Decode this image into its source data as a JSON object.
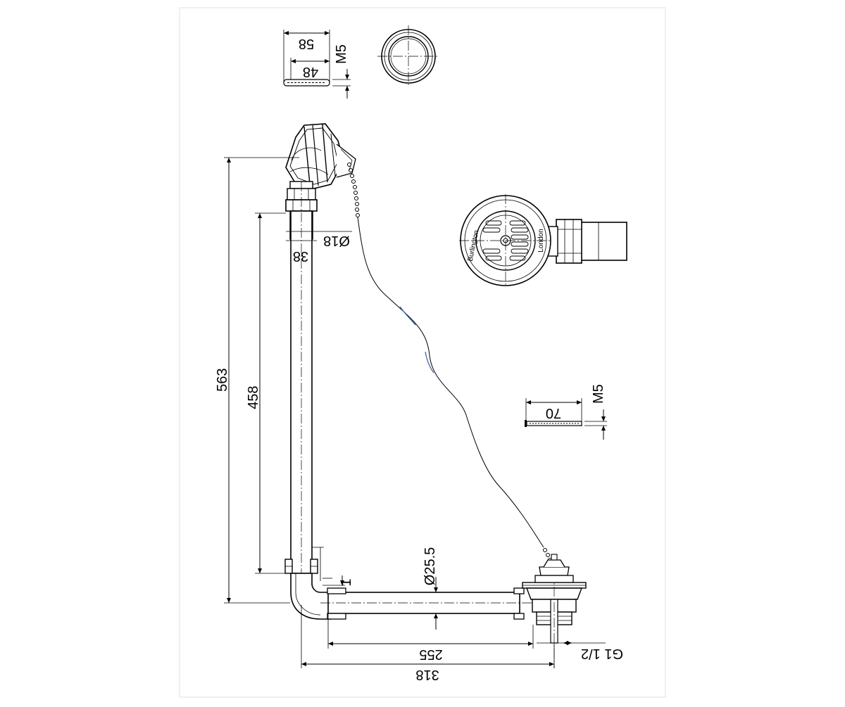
{
  "brand": {
    "name": "Burlington",
    "city": "London"
  },
  "dimensions": {
    "overflow_outer": "58",
    "overflow_inner": "48",
    "overflow_thread": "M5",
    "height_total": "563",
    "height_pipe": "458",
    "pipe_diameter_upper": "Ø18",
    "upper_connector": "38",
    "pipe_diameter_lower": "Ø25.5",
    "offset_small": "1",
    "length_inner": "255",
    "length_total": "318",
    "waste_thread": "G1 1/2",
    "bolt_length": "70",
    "bolt_thread": "M5"
  }
}
